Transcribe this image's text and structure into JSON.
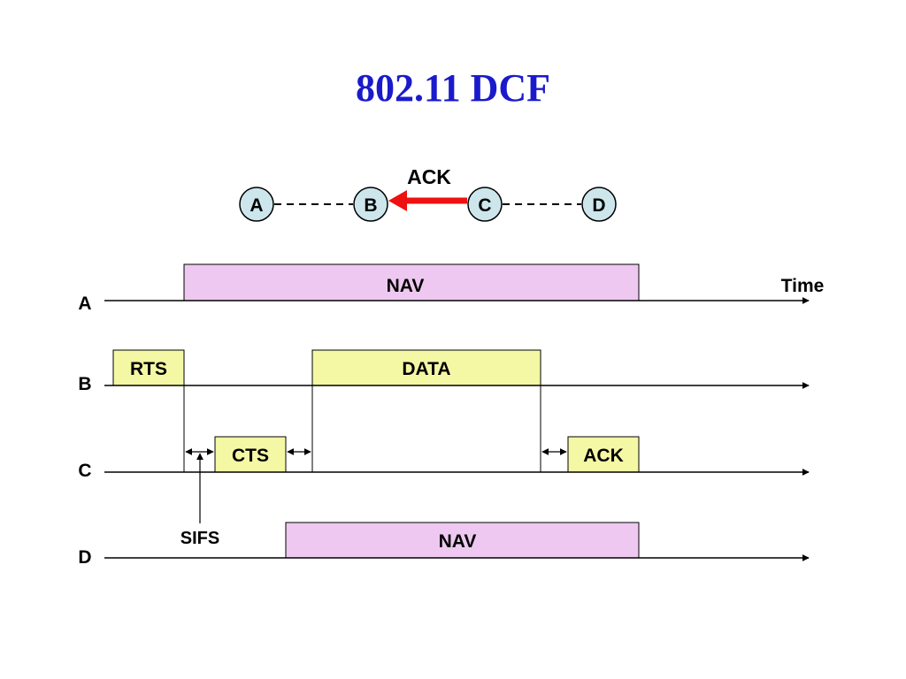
{
  "title": "802.11 DCF",
  "colors": {
    "title": "#1a1acc",
    "node_fill": "#cce6ec",
    "ack_arrow": "#ee1111",
    "nav_fill": "#eec8f0",
    "frame_fill": "#f4f8a4",
    "line": "#000000"
  },
  "topology": {
    "nodes": [
      "A",
      "B",
      "C",
      "D"
    ],
    "arrow_label": "ACK"
  },
  "timeline": {
    "time_label": "Time",
    "stations": [
      "A",
      "B",
      "C",
      "D"
    ],
    "frames": {
      "a_nav": "NAV",
      "b_rts": "RTS",
      "b_data": "DATA",
      "c_cts": "CTS",
      "c_ack": "ACK",
      "d_nav": "NAV"
    },
    "sifs_label": "SIFS"
  }
}
